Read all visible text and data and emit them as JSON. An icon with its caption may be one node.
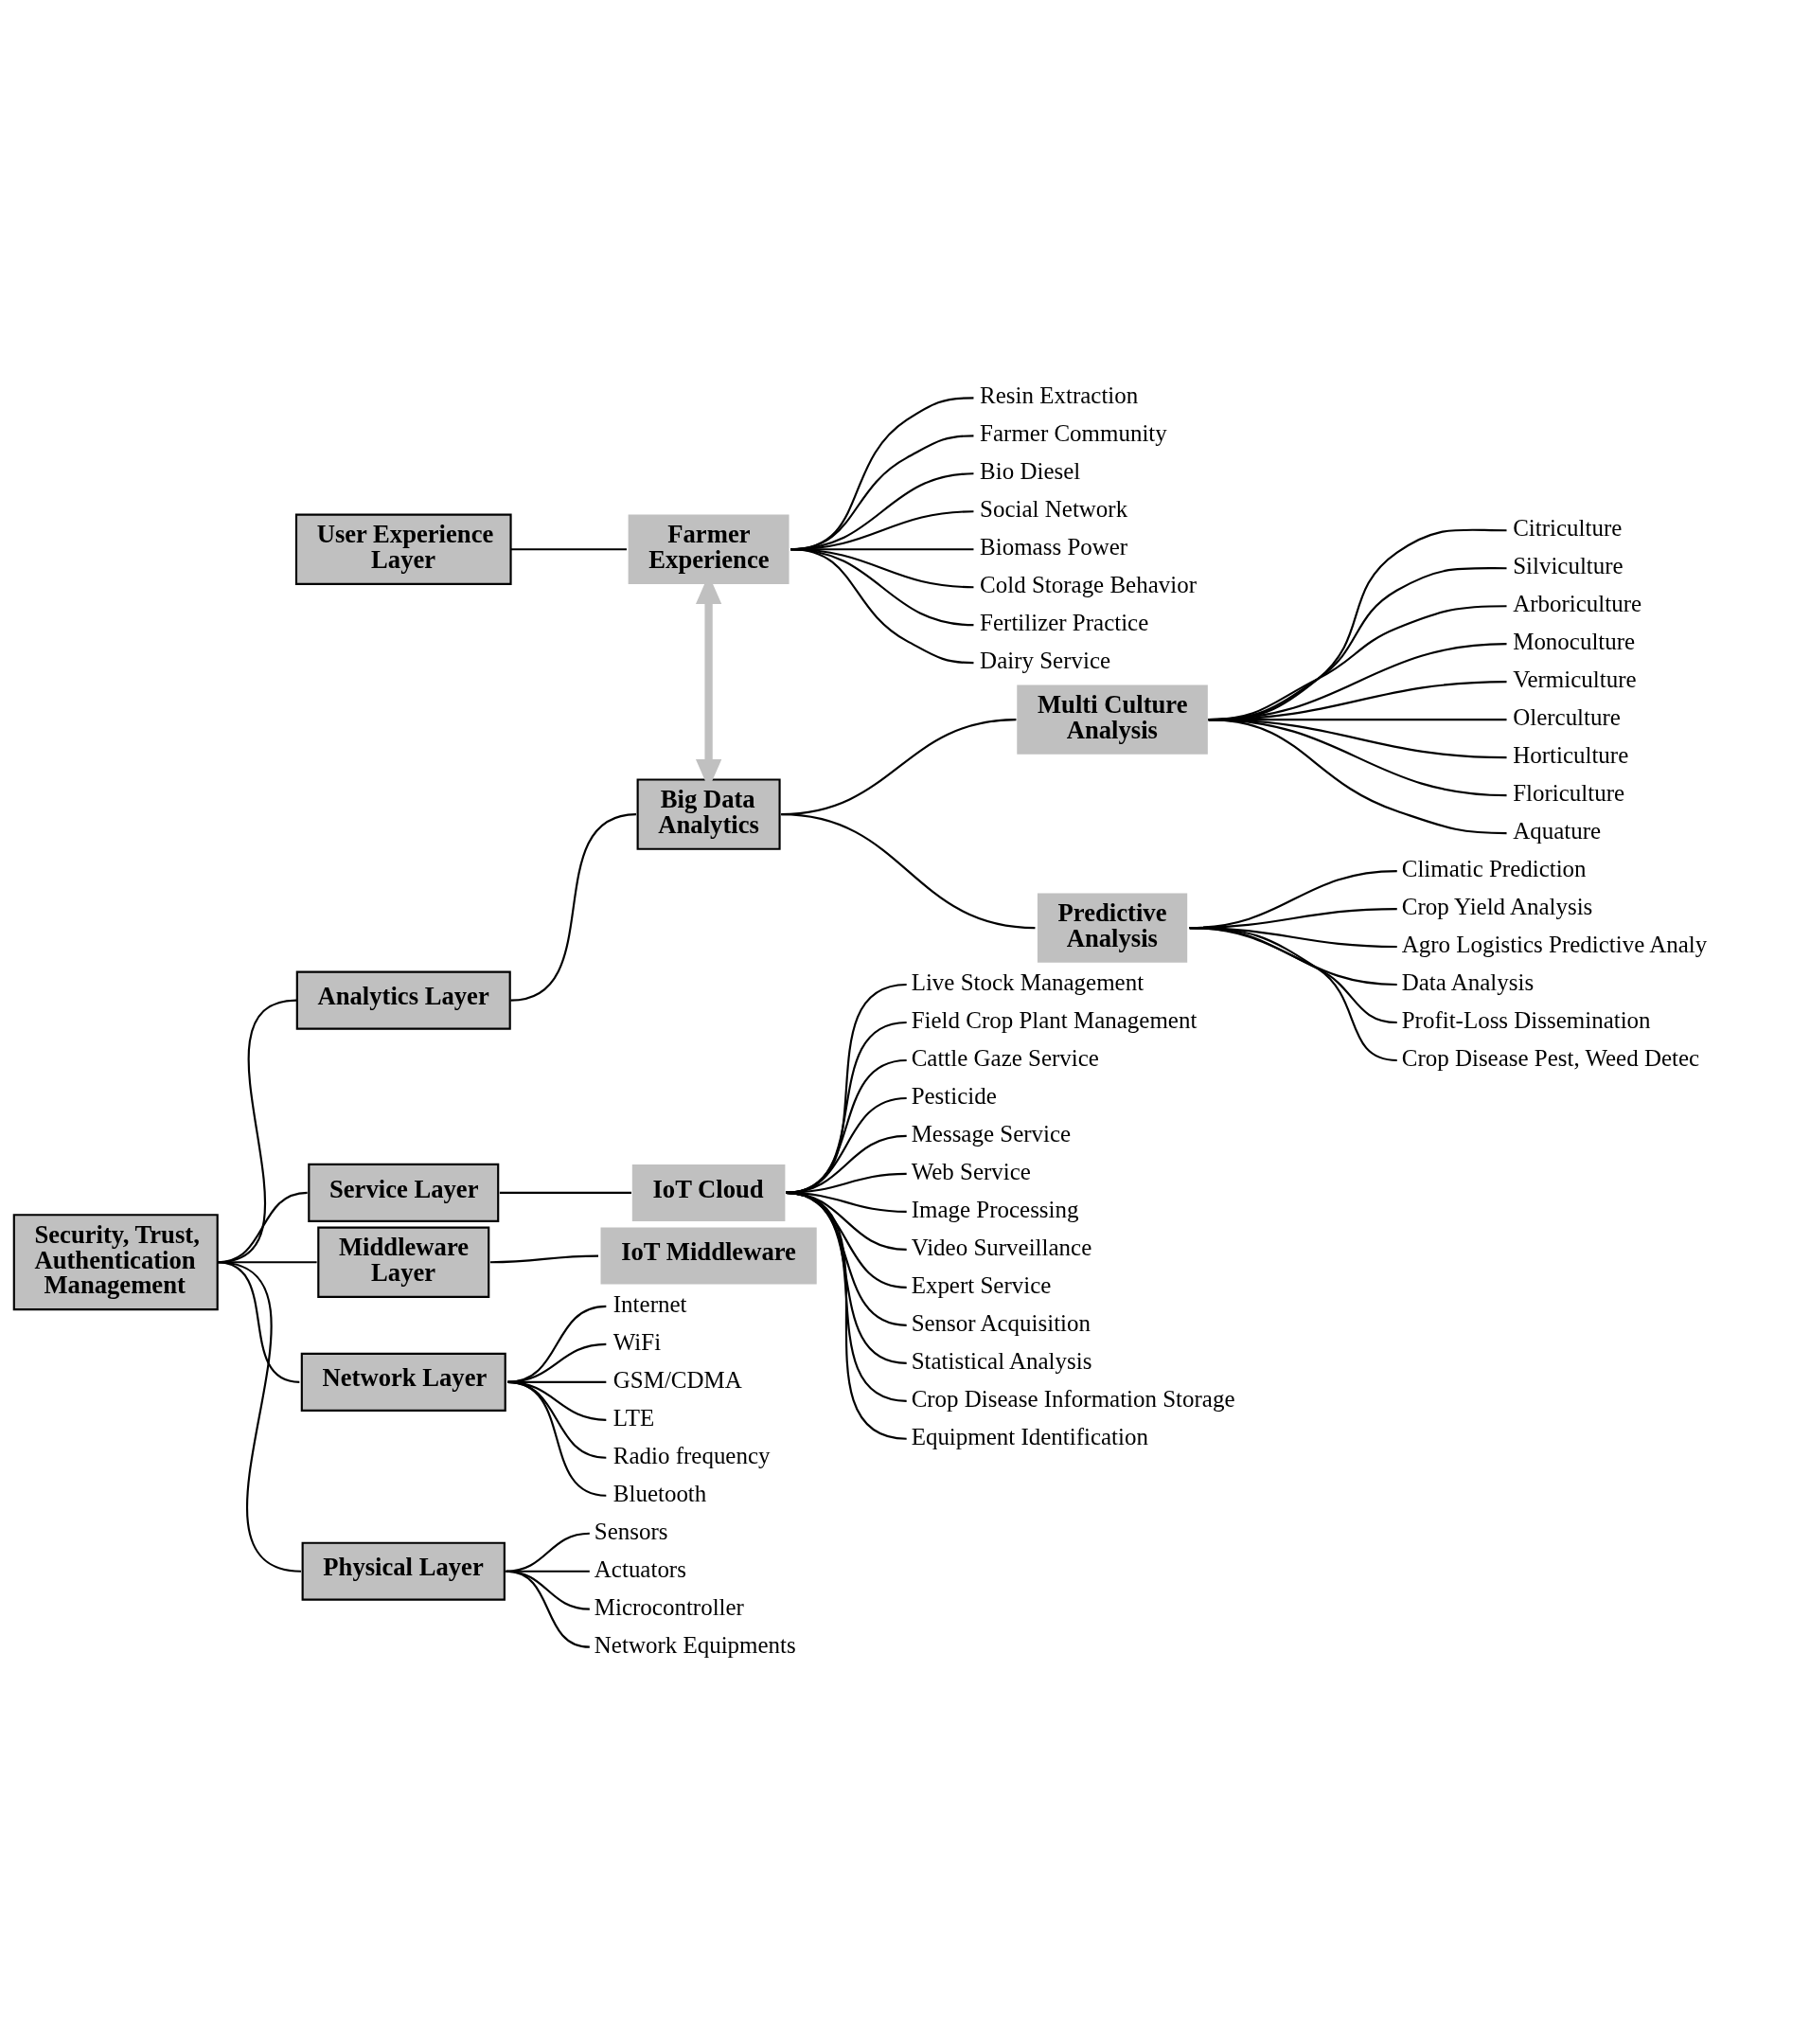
{
  "diagram": {
    "nodes": [
      {
        "text": [
          "Security, Trust, Authentication Management"
        ]
      },
      {
        "text": [
          "User Experience Layer"
        ]
      },
      {
        "text": [
          "Farmer Experience"
        ]
      },
      {
        "text": [
          "Resin Extraction"
        ]
      },
      {
        "text": [
          "Farmer Community"
        ]
      },
      {
        "text": [
          "Bio Diesel"
        ]
      },
      {
        "text": [
          "Social Network"
        ]
      },
      {
        "text": [
          "Biomass Power"
        ]
      },
      {
        "text": [
          "Cold Storage Behavior"
        ]
      },
      {
        "text": [
          "Fertilizer Practice"
        ]
      },
      {
        "text": [
          "Dairy Service"
        ]
      },
      {
        "text": [
          "Analytics Layer"
        ]
      },
      {
        "text": [
          "Big Data Analytics"
        ]
      },
      {
        "text": [
          "Multi Culture Analysis"
        ]
      },
      {
        "text": [
          "Citriculture"
        ]
      },
      {
        "text": [
          "Silviculture"
        ]
      },
      {
        "text": [
          "Arboriculture"
        ]
      },
      {
        "text": [
          "Monoculture"
        ]
      },
      {
        "text": [
          "Vermiculture"
        ]
      },
      {
        "text": [
          "Olerculture"
        ]
      },
      {
        "text": [
          "Horticulture"
        ]
      },
      {
        "text": [
          "Floriculture"
        ]
      },
      {
        "text": [
          "Aquature"
        ]
      },
      {
        "text": [
          "Predictive Analysis"
        ]
      },
      {
        "text": [
          "Climatic Prediction"
        ]
      },
      {
        "text": [
          "Crop Yield Analysis"
        ]
      },
      {
        "text": [
          "Agro Logistics Predictive Analy"
        ]
      },
      {
        "text": [
          "Data Analysis"
        ]
      },
      {
        "text": [
          "Profit-Loss Dissemination"
        ]
      },
      {
        "text": [
          "Crop Disease Pest, Weed Detec"
        ]
      },
      {
        "text": [
          "Service Layer"
        ]
      },
      {
        "text": [
          "IoT Cloud"
        ]
      },
      {
        "text": [
          "Live Stock Management"
        ]
      },
      {
        "text": [
          "Field Crop Plant Management"
        ]
      },
      {
        "text": [
          "Cattle Gaze Service"
        ]
      },
      {
        "text": [
          "Pesticide"
        ]
      },
      {
        "text": [
          "Message Service"
        ]
      },
      {
        "text": [
          "Web Service"
        ]
      },
      {
        "text": [
          "Image Processing"
        ]
      },
      {
        "text": [
          "Video Surveillance"
        ]
      },
      {
        "text": [
          "Expert Service"
        ]
      },
      {
        "text": [
          "Sensor Acquisition"
        ]
      },
      {
        "text": [
          "Statistical Analysis"
        ]
      },
      {
        "text": [
          "Crop Disease Information Storage"
        ]
      },
      {
        "text": [
          "Equipment Identification"
        ]
      },
      {
        "text": [
          "Middleware Layer"
        ]
      },
      {
        "text": [
          "IoT Middleware"
        ]
      },
      {
        "text": [
          "Network Layer"
        ]
      },
      {
        "text": [
          "Internet"
        ]
      },
      {
        "text": [
          "WiFi"
        ]
      },
      {
        "text": [
          "GSM/CDMA"
        ]
      },
      {
        "text": [
          "LTE"
        ]
      },
      {
        "text": [
          "Radio frequency"
        ]
      },
      {
        "text": [
          "Bluetooth"
        ]
      },
      {
        "text": [
          "Physical Layer"
        ]
      },
      {
        "text": [
          "Sensors"
        ]
      },
      {
        "text": [
          "Actuators"
        ]
      },
      {
        "text": [
          "Microcontroller"
        ]
      },
      {
        "text": [
          "Network Equipments"
        ]
      }
    ],
    "edges": [
      {
        "from": 1,
        "to": 2,
        "arrow": "none"
      },
      {
        "from": 2,
        "to": 3,
        "arrow": "none"
      },
      {
        "from": 2,
        "to": 4,
        "arrow": "none"
      },
      {
        "from": 2,
        "to": 5,
        "arrow": "none"
      },
      {
        "from": 2,
        "to": 6,
        "arrow": "none"
      },
      {
        "from": 2,
        "to": 7,
        "arrow": "none"
      },
      {
        "from": 2,
        "to": 8,
        "arrow": "none"
      },
      {
        "from": 2,
        "to": 9,
        "arrow": "none"
      },
      {
        "from": 2,
        "to": 10,
        "arrow": "none"
      },
      {
        "from": 2,
        "to": 12,
        "arrow": "both",
        "style": "thick",
        "color": "#c0c0c0"
      },
      {
        "from": 0,
        "to": 11,
        "arrow": "none"
      },
      {
        "from": 11,
        "to": 12,
        "arrow": "none"
      },
      {
        "from": 12,
        "to": 13,
        "arrow": "none"
      },
      {
        "from": 12,
        "to": 23,
        "arrow": "none"
      },
      {
        "from": 13,
        "to": 14,
        "arrow": "none"
      },
      {
        "from": 13,
        "to": 15,
        "arrow": "none"
      },
      {
        "from": 13,
        "to": 16,
        "arrow": "none"
      },
      {
        "from": 13,
        "to": 17,
        "arrow": "none"
      },
      {
        "from": 13,
        "to": 18,
        "arrow": "none"
      },
      {
        "from": 13,
        "to": 19,
        "arrow": "none"
      },
      {
        "from": 13,
        "to": 20,
        "arrow": "none"
      },
      {
        "from": 13,
        "to": 21,
        "arrow": "none"
      },
      {
        "from": 13,
        "to": 22,
        "arrow": "none"
      },
      {
        "from": 23,
        "to": 24,
        "arrow": "none"
      },
      {
        "from": 23,
        "to": 25,
        "arrow": "none"
      },
      {
        "from": 23,
        "to": 26,
        "arrow": "none"
      },
      {
        "from": 23,
        "to": 27,
        "arrow": "none"
      },
      {
        "from": 23,
        "to": 28,
        "arrow": "none"
      },
      {
        "from": 23,
        "to": 29,
        "arrow": "none"
      },
      {
        "from": 0,
        "to": 30,
        "arrow": "none"
      },
      {
        "from": 30,
        "to": 31,
        "arrow": "none"
      },
      {
        "from": 31,
        "to": 32,
        "arrow": "none"
      },
      {
        "from": 31,
        "to": 33,
        "arrow": "none"
      },
      {
        "from": 31,
        "to": 34,
        "arrow": "none"
      },
      {
        "from": 31,
        "to": 35,
        "arrow": "none"
      },
      {
        "from": 31,
        "to": 36,
        "arrow": "none"
      },
      {
        "from": 31,
        "to": 37,
        "arrow": "none"
      },
      {
        "from": 31,
        "to": 38,
        "arrow": "none"
      },
      {
        "from": 31,
        "to": 39,
        "arrow": "none"
      },
      {
        "from": 31,
        "to": 40,
        "arrow": "none"
      },
      {
        "from": 31,
        "to": 41,
        "arrow": "none"
      },
      {
        "from": 31,
        "to": 42,
        "arrow": "none"
      },
      {
        "from": 31,
        "to": 43,
        "arrow": "none"
      },
      {
        "from": 31,
        "to": 44,
        "arrow": "none"
      },
      {
        "from": 0,
        "to": 45,
        "arrow": "none"
      },
      {
        "from": 45,
        "to": 46,
        "arrow": "none"
      },
      {
        "from": 0,
        "to": 47,
        "arrow": "none"
      },
      {
        "from": 47,
        "to": 48,
        "arrow": "none"
      },
      {
        "from": 47,
        "to": 49,
        "arrow": "none"
      },
      {
        "from": 47,
        "to": 50,
        "arrow": "none"
      },
      {
        "from": 47,
        "to": 51,
        "arrow": "none"
      },
      {
        "from": 47,
        "to": 52,
        "arrow": "none"
      },
      {
        "from": 47,
        "to": 53,
        "arrow": "none"
      },
      {
        "from": 0,
        "to": 54,
        "arrow": "none"
      },
      {
        "from": 54,
        "to": 55,
        "arrow": "none"
      },
      {
        "from": 54,
        "to": 56,
        "arrow": "none"
      },
      {
        "from": 54,
        "to": 57,
        "arrow": "none"
      },
      {
        "from": 54,
        "to": 58,
        "arrow": "none"
      }
    ]
  }
}
